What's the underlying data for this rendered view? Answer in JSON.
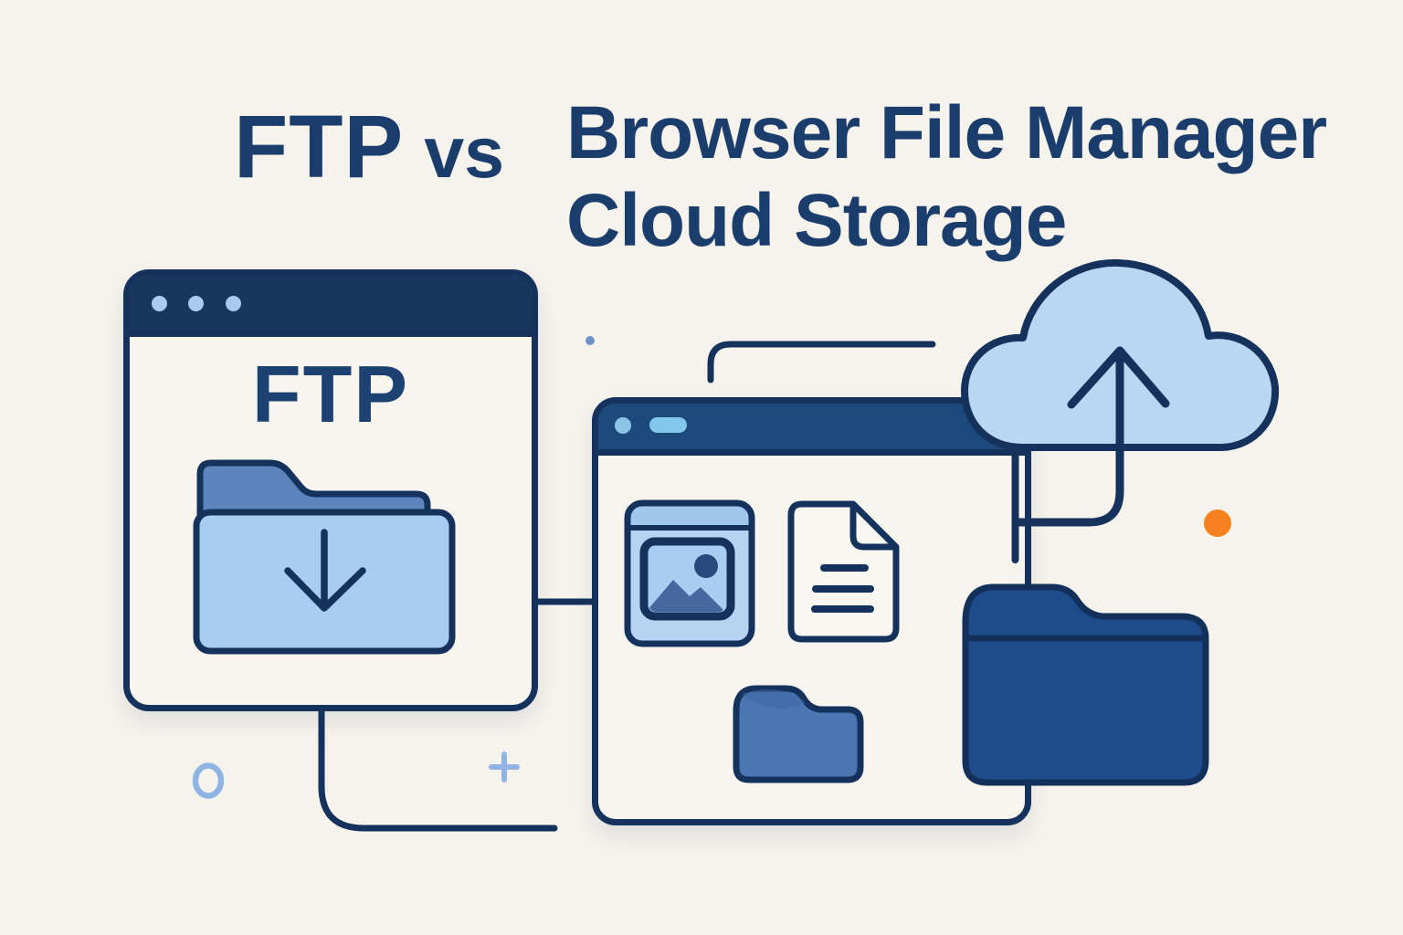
{
  "header": {
    "left_title_bold": "FTP",
    "left_title_small": "vs",
    "right_title_line1": "Browser File Manager",
    "right_title_line2": "Cloud Storage"
  },
  "ftp_window": {
    "label": "FTP"
  },
  "icons": {
    "left_window": [
      "window-dots-icon",
      "download-folder-icon"
    ],
    "right_window": [
      "image-file-icon",
      "document-file-icon",
      "folder-icon"
    ],
    "floating": [
      "upload-cloud-icon",
      "upload-arrow-icon",
      "dark-folder-icon"
    ],
    "accents": [
      "circle-outline-accent",
      "plus-accent",
      "orange-dot-accent",
      "small-dot-accent"
    ]
  },
  "colors": {
    "background": "#f6f3ed",
    "outline_navy": "#14325c",
    "titlebar_dark_navy": "#17375f",
    "titlebar_blue": "#1d4a7c",
    "light_blue": "#aecdf0",
    "sky_blue": "#9fc8ec",
    "steel_blue": "#5c84bd",
    "mid_blue": "#4a76b2",
    "dark_folder_blue": "#1e4c8a",
    "accent_orange": "#f5821e",
    "accent_pale_blue": "#8fb4e4",
    "text_navy": "#1b3d6c"
  }
}
